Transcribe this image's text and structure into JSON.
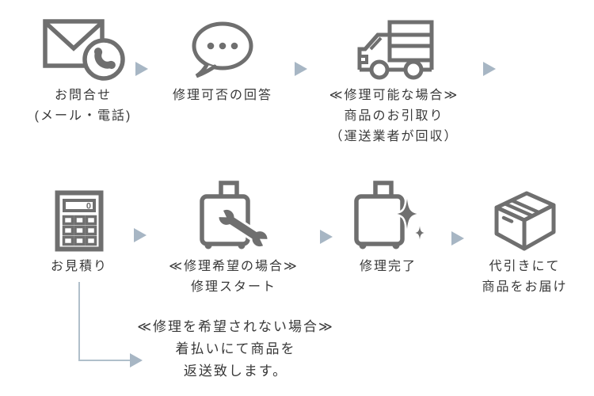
{
  "colors": {
    "icon_gray": "#6f6f6f",
    "text": "#383838",
    "arrow_blue": "#a7b6c4",
    "connector_line": "#b0bfca",
    "background": "#ffffff"
  },
  "steps": {
    "inquiry": {
      "line1": "お問合せ",
      "line2": "(メール・電話)"
    },
    "reply": {
      "line1": "修理可否の回答"
    },
    "pickup": {
      "line1": "≪修理可能な場合≫",
      "line2": "商品のお引取り",
      "line3": "（運送業者が回収）"
    },
    "estimate": {
      "line1": "お見積り"
    },
    "repair_start": {
      "line1": "≪修理希望の場合≫",
      "line2": "修理スタート"
    },
    "repair_done": {
      "line1": "修理完了"
    },
    "delivery": {
      "line1": "代引きにて",
      "line2": "商品をお届け"
    },
    "decline": {
      "line1": "≪修理を希望されない場合≫",
      "line2": "着払いにて商品を",
      "line3": "返送致します。"
    }
  },
  "calculator": {
    "display": "0"
  }
}
